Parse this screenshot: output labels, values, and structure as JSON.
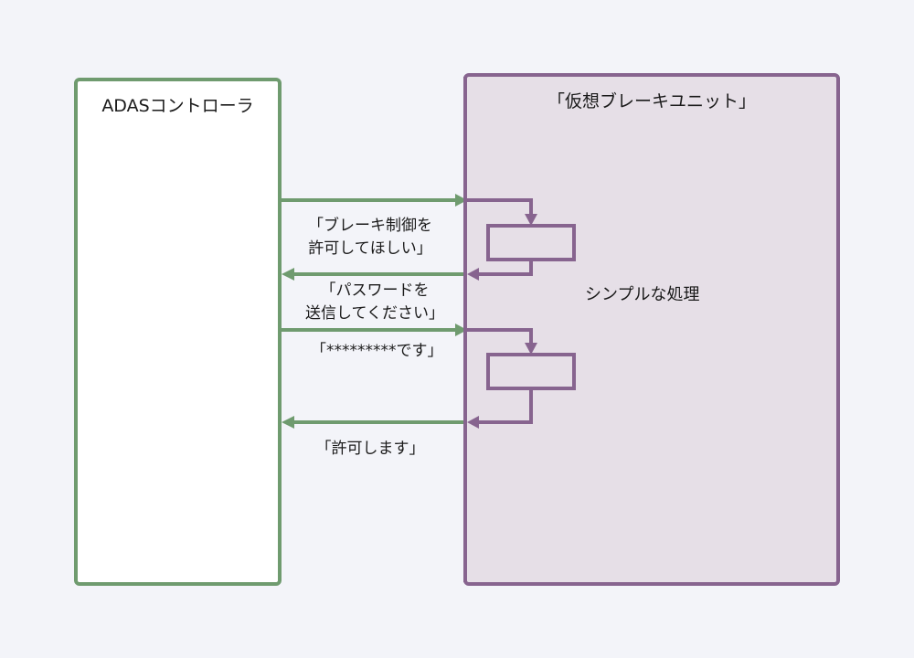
{
  "colors": {
    "background": "#f3f4f9",
    "controller_border": "#6f9b6f",
    "brake_border": "#87648f",
    "brake_fill": "#e6dfe7",
    "request_arrow": "#6f9b6f",
    "reply_arrow": "#87648f"
  },
  "lanes": {
    "controller": {
      "title": "ADASコントローラ"
    },
    "brake_unit": {
      "title": "「仮想ブレーキユニット」"
    }
  },
  "messages": [
    {
      "id": "m1",
      "direction": "to-brake",
      "line1": "「ブレーキ制御を",
      "line2": "許可してほしい」"
    },
    {
      "id": "m2",
      "direction": "to-controller",
      "line1": "「パスワードを",
      "line2": "送信してください」"
    },
    {
      "id": "m3",
      "direction": "to-brake",
      "line1": "「*********です」",
      "line2": ""
    },
    {
      "id": "m4",
      "direction": "to-controller",
      "line1": "「許可します」",
      "line2": ""
    }
  ],
  "process": {
    "label": "シンプルな処理"
  }
}
